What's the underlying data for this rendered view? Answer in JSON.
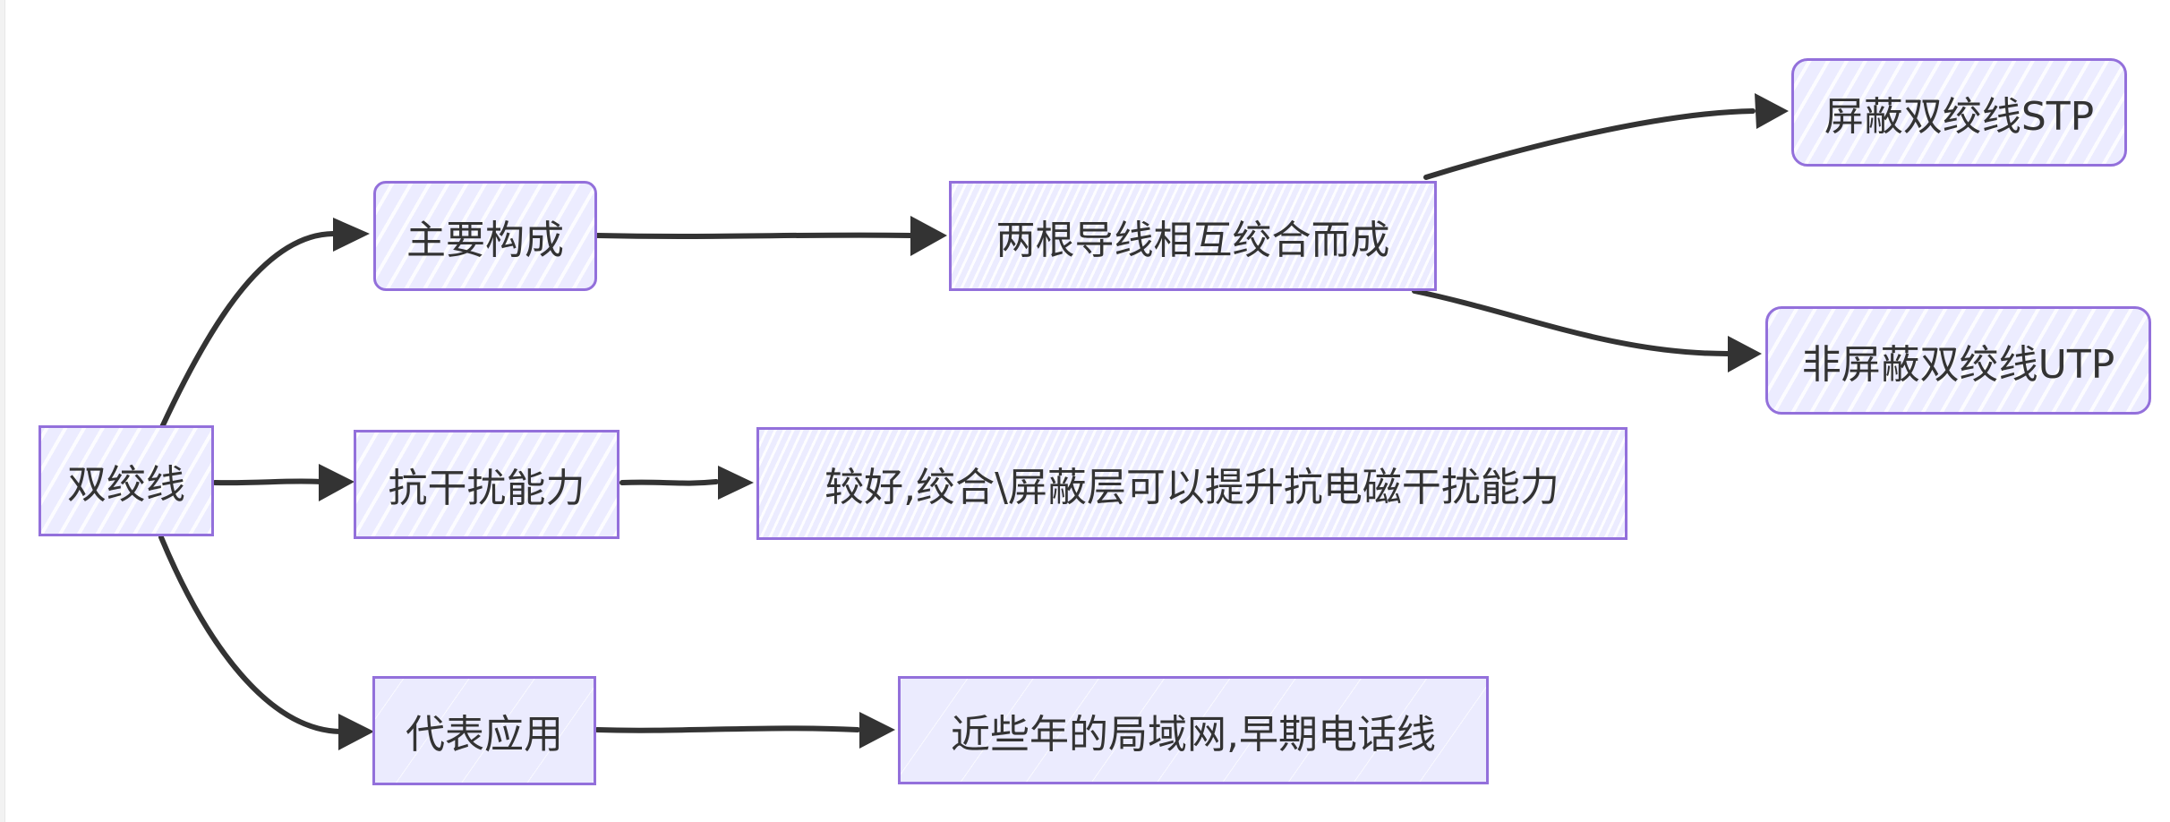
{
  "diagram": {
    "type": "mindmap-flowchart",
    "colors": {
      "node_fill": "#ececff",
      "node_border": "#9370db",
      "edge": "#333333",
      "text": "#333333"
    },
    "nodes": {
      "root": {
        "label": "双绞线"
      },
      "composition": {
        "label": "主要构成"
      },
      "composition_detail": {
        "label": "两根导线相互绞合而成"
      },
      "stp": {
        "label": "屏蔽双绞线STP"
      },
      "utp": {
        "label": "非屏蔽双绞线UTP"
      },
      "interference": {
        "label": "抗干扰能力"
      },
      "interference_detail": {
        "label": "较好,绞合\\屏蔽层可以提升抗电磁干扰能力"
      },
      "application": {
        "label": "代表应用"
      },
      "application_detail": {
        "label": "近些年的局域网,早期电话线"
      }
    },
    "edges": [
      {
        "from": "root",
        "to": "composition"
      },
      {
        "from": "root",
        "to": "interference"
      },
      {
        "from": "root",
        "to": "application"
      },
      {
        "from": "composition",
        "to": "composition_detail"
      },
      {
        "from": "composition_detail",
        "to": "stp"
      },
      {
        "from": "composition_detail",
        "to": "utp"
      },
      {
        "from": "interference",
        "to": "interference_detail"
      },
      {
        "from": "application",
        "to": "application_detail"
      }
    ]
  }
}
